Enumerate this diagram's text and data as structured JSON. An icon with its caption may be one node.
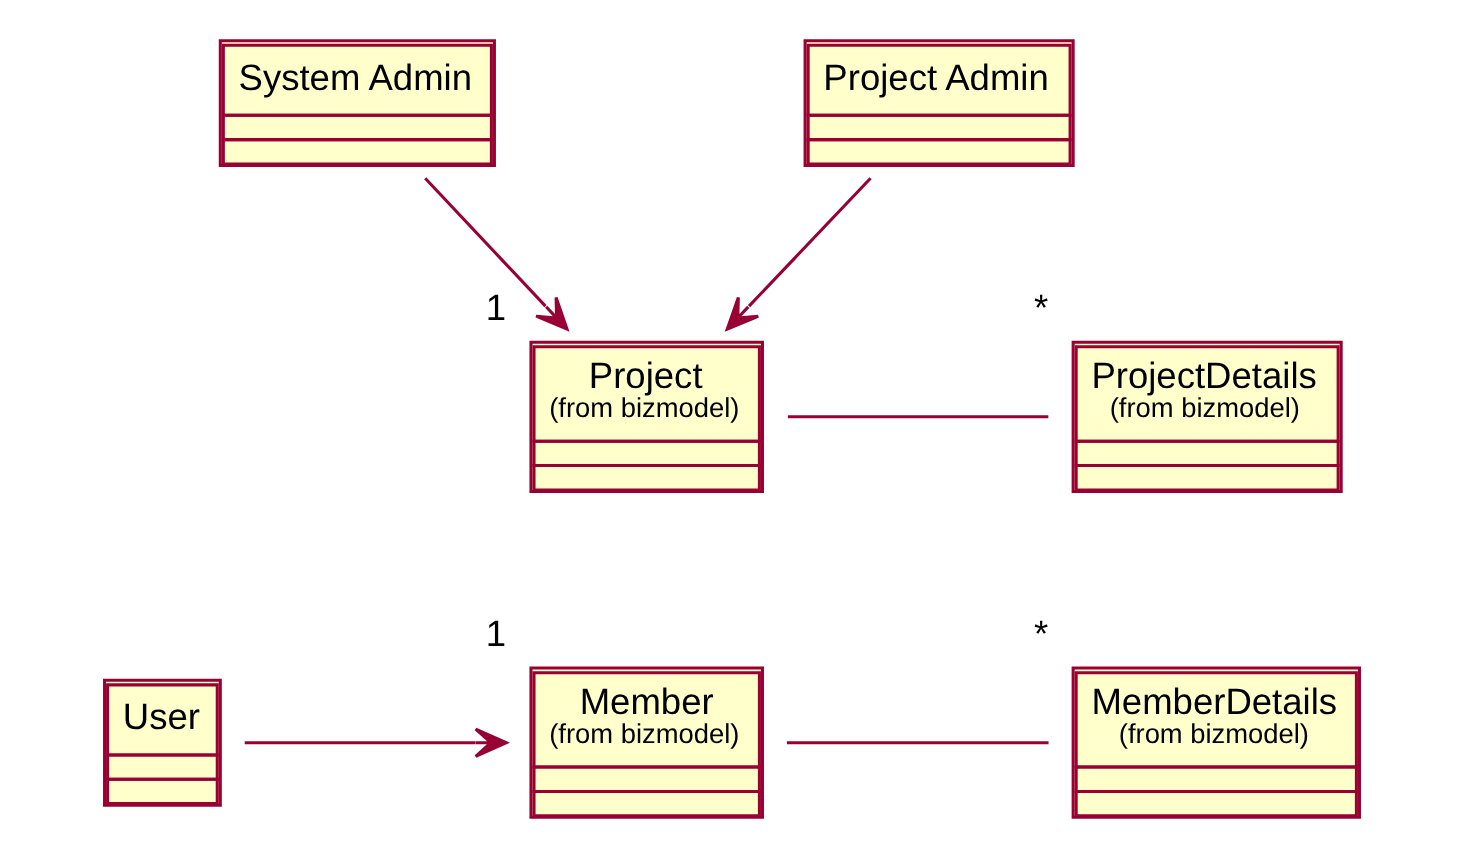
{
  "diagram": {
    "nodes": [
      {
        "text": [
          "System Admin"
        ]
      },
      {
        "text": [
          "Project Admin"
        ]
      },
      {
        "text": [
          "Project",
          "(from bizmodel)"
        ],
        "beside": [
          "1"
        ]
      },
      {
        "text": [
          "ProjectDetails",
          "(from bizmodel)"
        ],
        "beside": [
          "*"
        ]
      },
      {
        "text": [
          "User"
        ]
      },
      {
        "text": [
          "Member",
          "(from bizmodel)"
        ],
        "beside": [
          "1"
        ]
      },
      {
        "text": [
          "MemberDetails",
          "(from bizmodel)"
        ],
        "beside": [
          "*"
        ]
      }
    ],
    "edges": [
      {
        "from": 0,
        "to": 2,
        "arrow": "to"
      },
      {
        "from": 1,
        "to": 2,
        "arrow": "to"
      },
      {
        "from": 2,
        "to": 3,
        "arrow": "none"
      },
      {
        "from": 4,
        "to": 5,
        "arrow": "to"
      },
      {
        "from": 5,
        "to": 6,
        "arrow": "none"
      }
    ]
  }
}
